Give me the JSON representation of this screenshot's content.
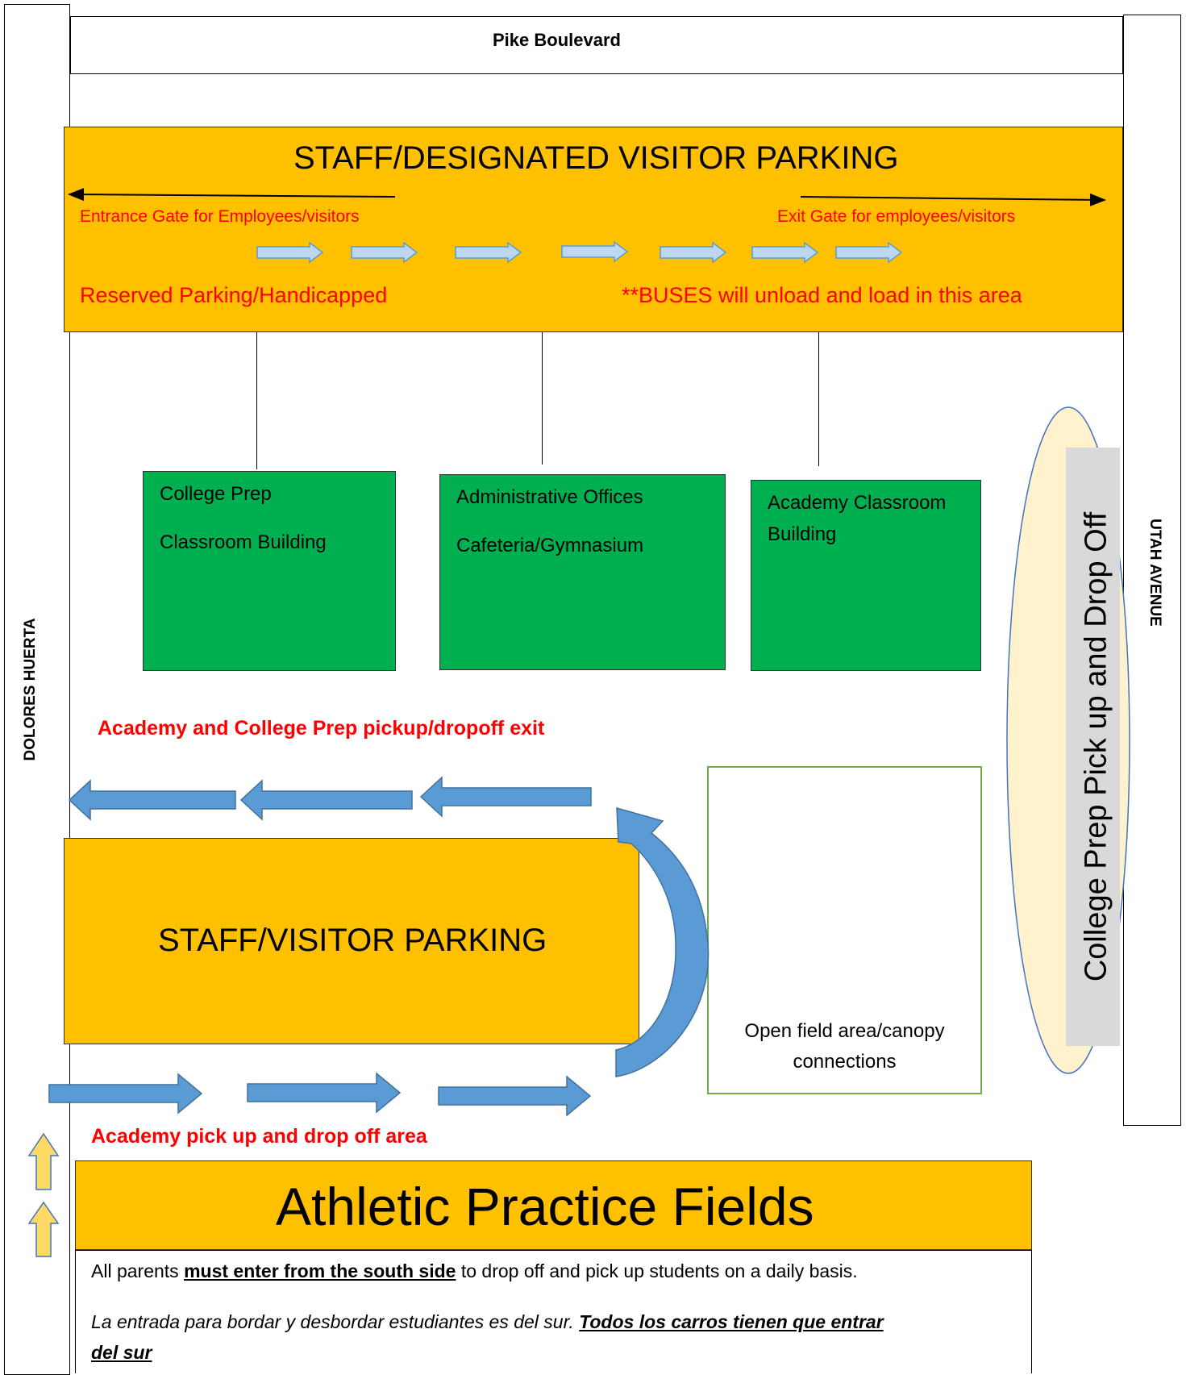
{
  "streets": {
    "north": "Pike Boulevard",
    "west": "DOLORES HUERTA",
    "east": "UTAH AVENUE"
  },
  "top_parking": {
    "title": "STAFF/DESIGNATED VISITOR PARKING",
    "entrance_label": "Entrance Gate for Employees/visitors",
    "exit_label": "Exit Gate for employees/visitors",
    "reserved_label": "Reserved Parking/Handicapped",
    "buses_label": "**BUSES will unload and load in this area"
  },
  "buildings": [
    {
      "line1": "College Prep",
      "line2": "Classroom Building"
    },
    {
      "line1": "Administrative Offices",
      "line2": "Cafeteria/Gymnasium"
    },
    {
      "line1": "Academy Classroom",
      "line2": "Building"
    }
  ],
  "pickup_exit_label": "Academy and College Prep pickup/dropoff exit",
  "bottom_parking": {
    "title": "STAFF/VISITOR PARKING"
  },
  "open_field": {
    "line1": "Open field area/canopy",
    "line2": "connections"
  },
  "college_prep_pickup": "College Prep Pick up and Drop Off",
  "academy_pickup_label": "Academy pick up and drop off area",
  "athletic_fields": {
    "title": "Athletic Practice Fields"
  },
  "notice": {
    "english_pre": "All parents ",
    "english_bold": "must enter from the south side",
    "english_post": " to drop off and pick up students on a daily basis.",
    "spanish_pre": "La entrada para bordar y desbordar estudiantes es del sur.  ",
    "spanish_bold1": "Todos los carros tienen que entrar",
    "spanish_bold2": "del sur"
  },
  "colors": {
    "parking": "#FFC000",
    "building": "#00B050",
    "route_arrow": "#5B9BD5",
    "small_arrow": "#BDD7EE",
    "pickup_oval": "#FFF2CC",
    "north_arrow": "#FFD966",
    "label_red": "#FF0000"
  }
}
